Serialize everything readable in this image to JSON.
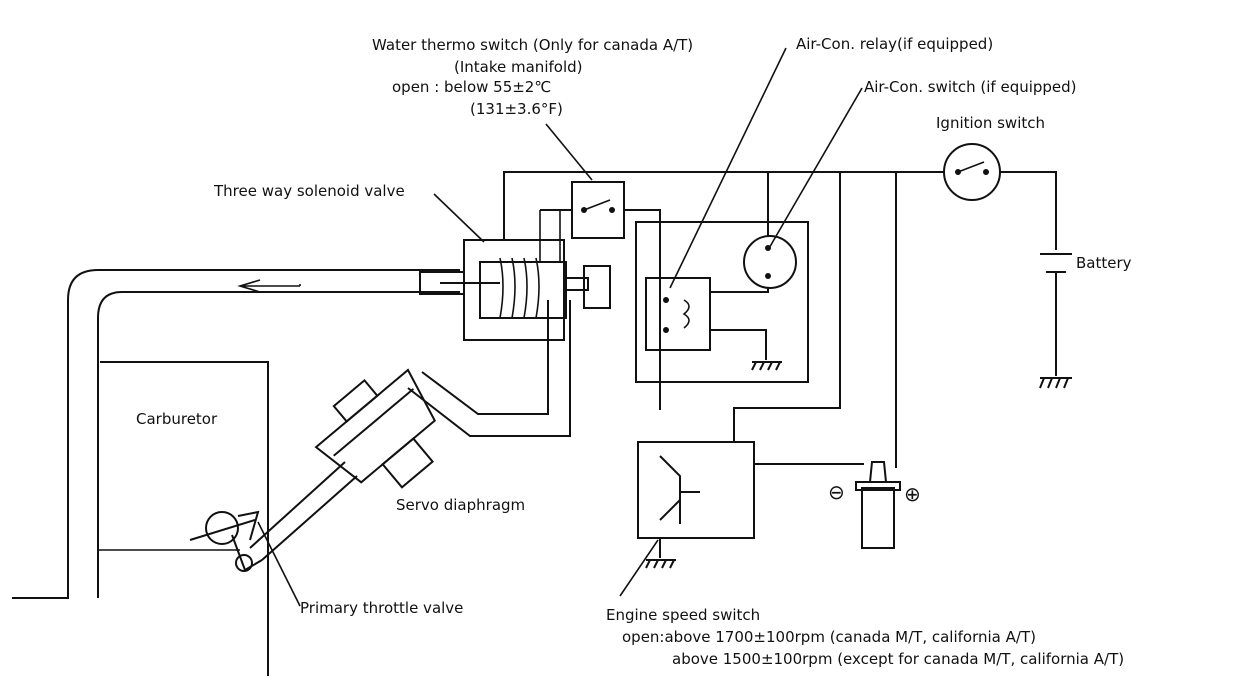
{
  "labels": {
    "water_thermo_1": "Water thermo switch (Only for canada A/T)",
    "water_thermo_2": "(Intake manifold)",
    "water_thermo_3": "open : below 55±2℃",
    "water_thermo_4": "(131±3.6°F)",
    "aircon_relay": "Air-Con. relay(if equipped)",
    "aircon_switch": "Air-Con. switch (if equipped)",
    "ignition_switch": "Ignition switch",
    "three_way_valve": "Three way solenoid valve",
    "battery": "Battery",
    "carburetor": "Carburetor",
    "servo_diaphragm": "Servo diaphragm",
    "primary_throttle": "Primary throttle valve",
    "engine_speed_1": "Engine speed switch",
    "engine_speed_2": "open:above  1700±100rpm (canada M/T, california A/T)",
    "engine_speed_3": "above  1500±100rpm (except for canada M/T, california A/T)",
    "coil_minus": "⊖",
    "coil_plus": "⊕"
  }
}
